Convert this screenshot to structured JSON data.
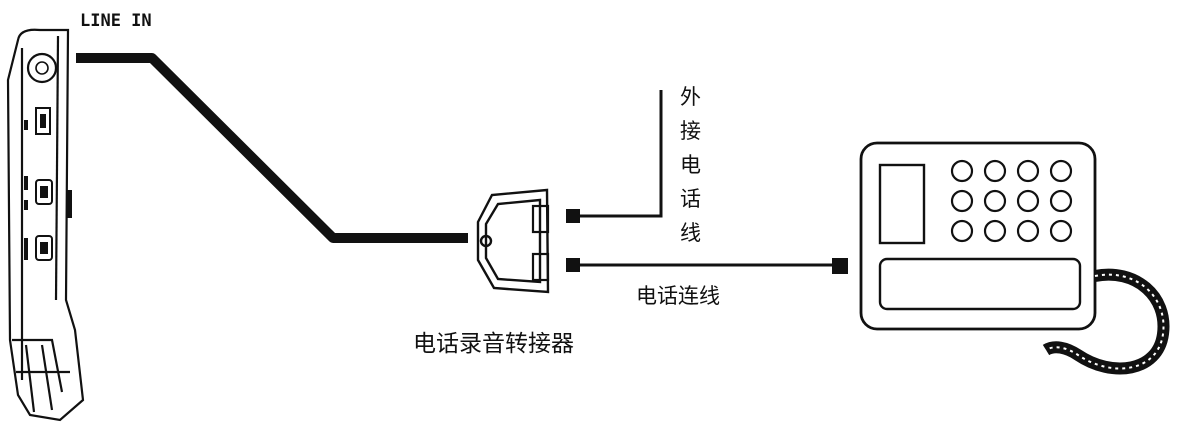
{
  "labels": {
    "line_in": "LINE IN",
    "external_phone_line": [
      "外",
      "接",
      "电",
      "话",
      "线"
    ],
    "phone_cable": "电话连线",
    "adapter": "电话录音转接器"
  },
  "colors": {
    "ink": "#111111",
    "background": "#ffffff"
  },
  "icons": {
    "recorder": "portable-recorder-icon",
    "adapter": "phone-adapter-icon",
    "telephone": "desk-telephone-icon"
  }
}
